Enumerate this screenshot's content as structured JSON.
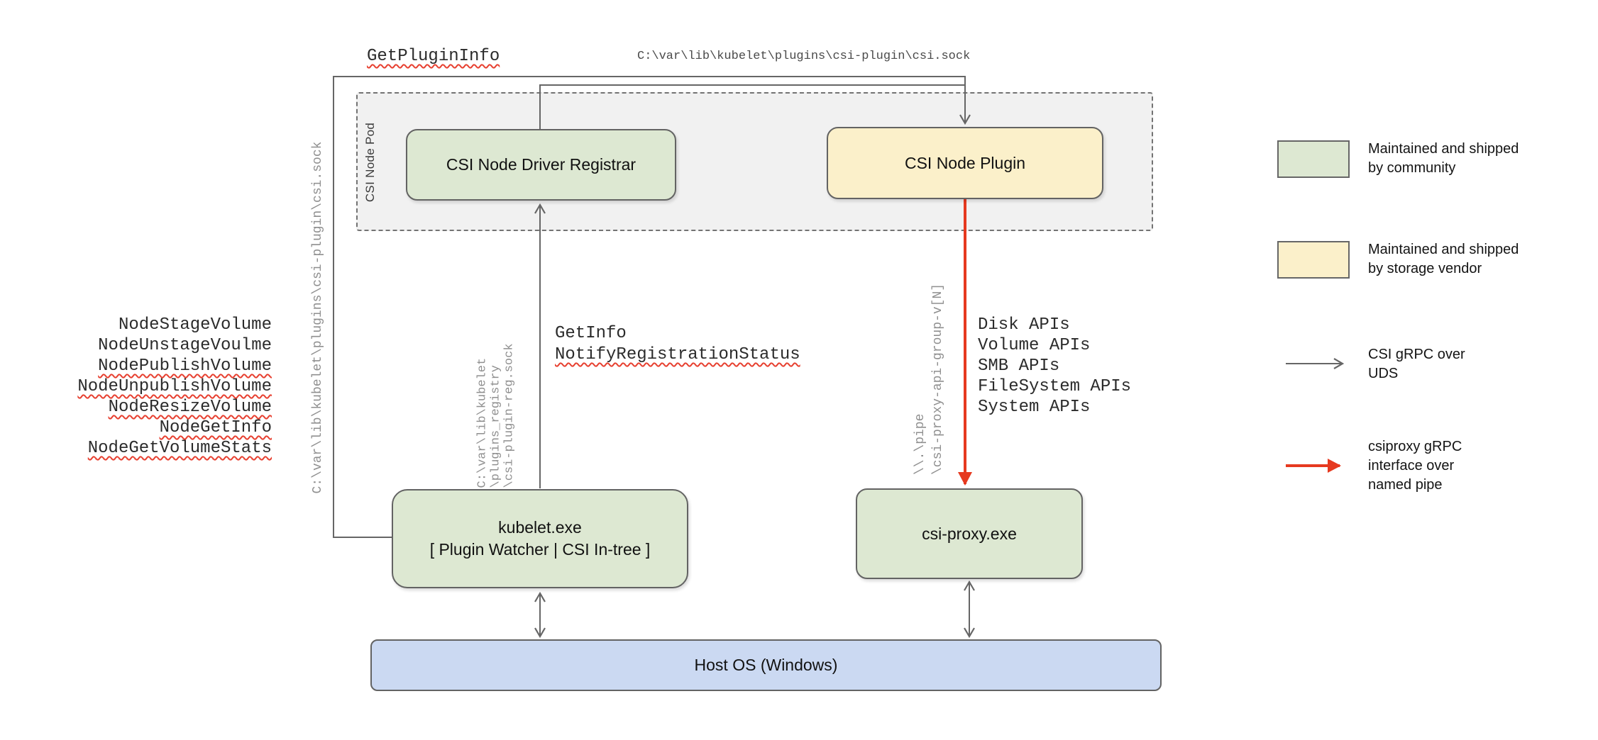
{
  "diagram": {
    "pod_label": "CSI Node Pod",
    "boxes": {
      "registrar": "CSI Node Driver Registrar",
      "plugin": "CSI Node Plugin",
      "kubelet": "kubelet.exe\n[ Plugin Watcher | CSI In-tree ]",
      "csi_proxy": "csi-proxy.exe",
      "host_os": "Host OS (Windows)"
    },
    "calls": {
      "get_plugin_info": "GetPluginInfo",
      "get_info": "GetInfo",
      "notify_registration_status": "NotifyRegistrationStatus"
    },
    "paths": {
      "top_sock_path": "C:\\var\\lib\\kubelet\\plugins\\csi-plugin\\csi.sock",
      "left_sock_path": "C:\\var\\lib\\kubelet\\plugins\\csi-plugin\\csi.sock",
      "registry_sock_path": "C:\\var\\lib\\kubelet\n\\plugins_registry\n\\csi-plugin-reg.sock",
      "named_pipe_path": "\\\\.\\pipe\n\\csi-proxy-api-group-v[N]"
    },
    "node_api_calls": [
      "NodeStageVolume",
      "NodeUnstageVoulme",
      "NodePublishVolume",
      "NodeUnpublishVolume",
      "NodeResizeVolume",
      "NodeGetInfo",
      "NodeGetVolumeStats"
    ],
    "windows_api_calls": [
      "Disk APIs",
      "Volume APIs",
      "SMB APIs",
      "FileSystem APIs",
      "System APIs"
    ]
  },
  "legend": {
    "community": "Maintained and shipped\nby community",
    "storage_vendor": "Maintained and shipped\nby storage vendor",
    "csi_grpc": "CSI gRPC over\nUDS",
    "csiproxy_grpc": "csiproxy gRPC\ninterface over\nnamed pipe"
  },
  "colors": {
    "community_green": "#dde8d2",
    "vendor_yellow": "#fbf0ca",
    "host_os_blue": "#cbd9f2",
    "pod_fill_gray": "#f1f1f1",
    "connector_gray": "#666666",
    "csiproxy_red": "#e6391f",
    "squiggle_red": "#e74030",
    "path_text_gray": "#8f8f8f"
  }
}
